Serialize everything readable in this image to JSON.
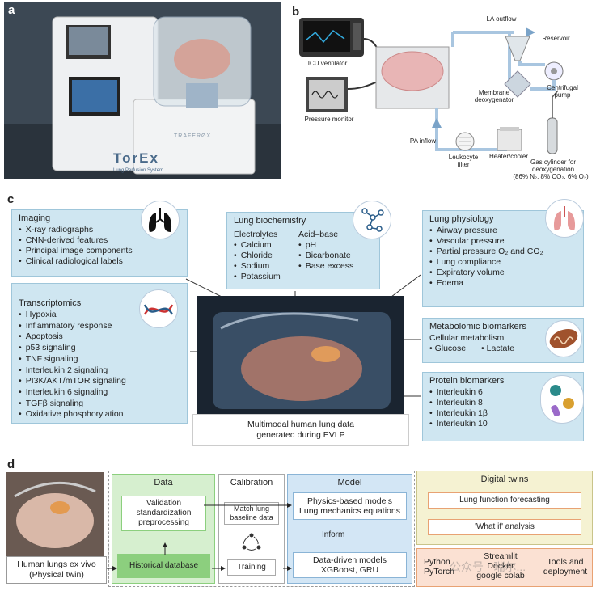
{
  "panels": {
    "a": "a",
    "b": "b",
    "c": "c",
    "d": "d"
  },
  "panel_a": {
    "device_brand": "TorEx",
    "device_subtitle": "Lung Perfusion System",
    "device_cart_label": "TRAFERØX"
  },
  "panel_b": {
    "icu_ventilator": "ICU ventilator",
    "pressure_monitor": "Pressure monitor",
    "la_outflow": "LA outflow",
    "reservoir": "Reservoir",
    "centrifugal_pump": "Centrifugal pump",
    "membrane_deoxygenator": "Membrane deoxygenator",
    "pa_inflow": "PA inflow",
    "leukocyte_filter": "Leukocyte filter",
    "heater_cooler": "Heater/cooler",
    "gas_cylinder": "Gas cylinder for deoxygenation",
    "gas_mix": "(86% N₂, 8% CO₂, 6% O₂)"
  },
  "panel_c": {
    "imaging": {
      "title": "Imaging",
      "items": [
        "X-ray radiographs",
        "CNN-derived features",
        "Principal image components",
        "Clinical radiological labels"
      ]
    },
    "biochemistry": {
      "title": "Lung biochemistry",
      "col1_title": "Electrolytes",
      "col1": [
        "Calcium",
        "Chloride",
        "Sodium",
        "Potassium"
      ],
      "col2_title": "Acid–base",
      "col2": [
        "pH",
        "Bicarbonate",
        "Base excess"
      ]
    },
    "physiology": {
      "title": "Lung physiology",
      "items": [
        "Airway pressure",
        "Vascular pressure",
        "Partial pressure O₂ and CO₂",
        "Lung compliance",
        "Expiratory volume",
        "Edema"
      ]
    },
    "transcriptomics": {
      "title": "Transcriptomics",
      "items": [
        "Hypoxia",
        "Inflammatory response",
        "Apoptosis",
        "p53 signaling",
        "TNF signaling",
        "Interleukin 2 signaling",
        "PI3K/AKT/mTOR signaling",
        "Interleukin 6 signaling",
        "TGFβ signaling",
        "Oxidative phosphorylation"
      ]
    },
    "metabolomic": {
      "title": "Metabolomic biomarkers",
      "subtitle": "Cellular metabolism",
      "items": [
        "Glucose",
        "Lactate"
      ]
    },
    "protein": {
      "title": "Protein biomarkers",
      "items": [
        "Interleukin 6",
        "Interleukin 8",
        "Interleukin 1β",
        "Interleukin 10"
      ]
    },
    "center_caption_1": "Multimodal human lung data",
    "center_caption_2": "generated during EVLP"
  },
  "panel_d": {
    "physical_twin_1": "Human lungs ex vivo",
    "physical_twin_2": "(Physical twin)",
    "data_header": "Data",
    "data_steps": [
      "Validation",
      "standardization",
      "preprocessing"
    ],
    "historical_db": "Historical database",
    "calibration_header": "Calibration",
    "match_1": "Match lung",
    "match_2": "baseline data",
    "training": "Training",
    "model_header": "Model",
    "physics_1": "Physics-based models",
    "physics_2": "Lung mechanics equations",
    "inform": "Inform",
    "datadriven_1": "Data-driven models",
    "datadriven_2": "XGBoost, GRU",
    "twins_header": "Digital twins",
    "forecast": "Lung function forecasting",
    "whatif": "'What if' analysis",
    "tools": [
      "Python",
      "PyTorch",
      "Streamlit",
      "Docker",
      "google colab",
      "Tools and",
      "deployment"
    ],
    "watermark": "公众号 · 瑞尔..."
  },
  "colors": {
    "box_blue": "#cfe6f1",
    "data_green": "#d6efcf",
    "hist_green": "#8ccf7e",
    "model_blue": "#d3e6f5",
    "twins_yellow": "#f5f2d2",
    "tools_peach": "#fbe1d3",
    "orange_border": "#e8a273"
  }
}
